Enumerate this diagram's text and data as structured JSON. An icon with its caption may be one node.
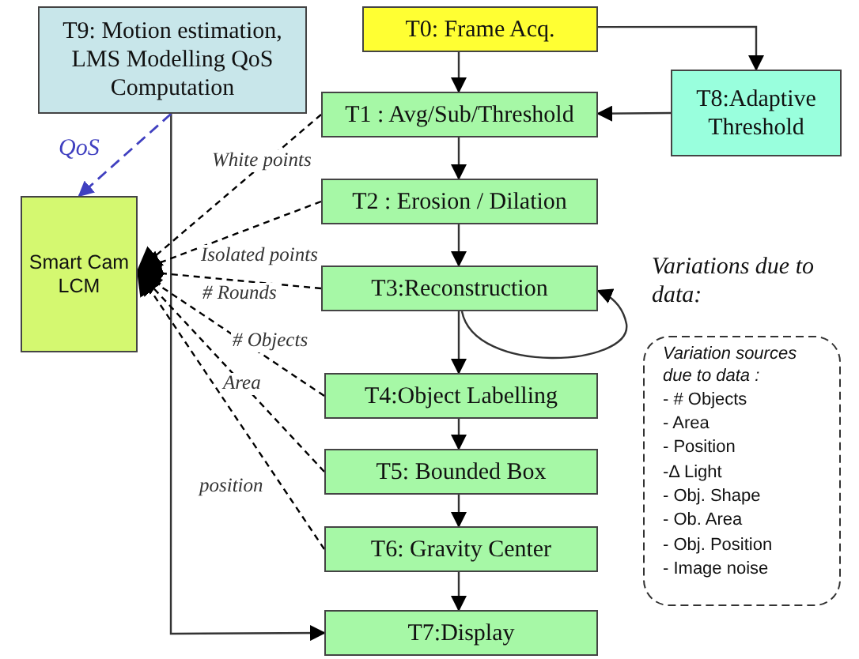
{
  "diagram": {
    "nodes": [
      {
        "text": [
          "T0: Frame Acq."
        ]
      },
      {
        "text": [
          "T1 : Avg/Sub/Threshold"
        ]
      },
      {
        "text": [
          "T2 : Erosion / Dilation"
        ]
      },
      {
        "text": [
          "T3:Reconstruction"
        ]
      },
      {
        "text": [
          "T4:Object Labelling"
        ]
      },
      {
        "text": [
          "T5: Bounded Box"
        ]
      },
      {
        "text": [
          "T6: Gravity Center"
        ]
      },
      {
        "text": [
          "T7:Display"
        ]
      },
      {
        "text": [
          "T8:Adaptive Threshold"
        ]
      },
      {
        "text": [
          "T9: Motion estimation, LMS Modelling QoS Computation"
        ]
      },
      {
        "text": [
          "Smart Cam LCM"
        ]
      },
      {
        "text": [
          "Variations due to data:",
          "Variation sources due to data :",
          "- # Objects",
          "- Area",
          "- Position",
          "-Δ Light",
          "- Obj. Shape",
          "- Ob. Area",
          "- Obj. Position",
          "- Image noise"
        ]
      }
    ],
    "edges": [
      {
        "from": 0,
        "to": 1,
        "arrow": "to"
      },
      {
        "from": 1,
        "to": 2,
        "arrow": "to"
      },
      {
        "from": 2,
        "to": 3,
        "arrow": "to"
      },
      {
        "from": 3,
        "to": 4,
        "arrow": "to"
      },
      {
        "from": 4,
        "to": 5,
        "arrow": "to"
      },
      {
        "from": 5,
        "to": 6,
        "arrow": "to"
      },
      {
        "from": 6,
        "to": 7,
        "arrow": "to"
      },
      {
        "from": 0,
        "to": 8,
        "arrow": "to"
      },
      {
        "from": 8,
        "to": 1,
        "arrow": "to"
      },
      {
        "from": 3,
        "to": 3,
        "arrow": "to"
      },
      {
        "from": 9,
        "to": 7,
        "arrow": "to"
      },
      {
        "from": 9,
        "to": 10,
        "arrow": "to",
        "label": "QoS",
        "style": "dashed",
        "color": "#4040c0"
      },
      {
        "from": 1,
        "to": 10,
        "arrow": "to",
        "label": "White points",
        "style": "dashed"
      },
      {
        "from": 2,
        "to": 10,
        "arrow": "to",
        "label": "Isolated points",
        "style": "dashed"
      },
      {
        "from": 3,
        "to": 10,
        "arrow": "to",
        "label": "# Rounds",
        "style": "dashed"
      },
      {
        "from": 4,
        "to": 10,
        "arrow": "to",
        "label": "# Objects",
        "style": "dashed"
      },
      {
        "from": 5,
        "to": 10,
        "arrow": "to",
        "label": "Area",
        "style": "dashed"
      },
      {
        "from": 6,
        "to": 10,
        "arrow": "to",
        "label": "position",
        "style": "dashed"
      }
    ]
  }
}
